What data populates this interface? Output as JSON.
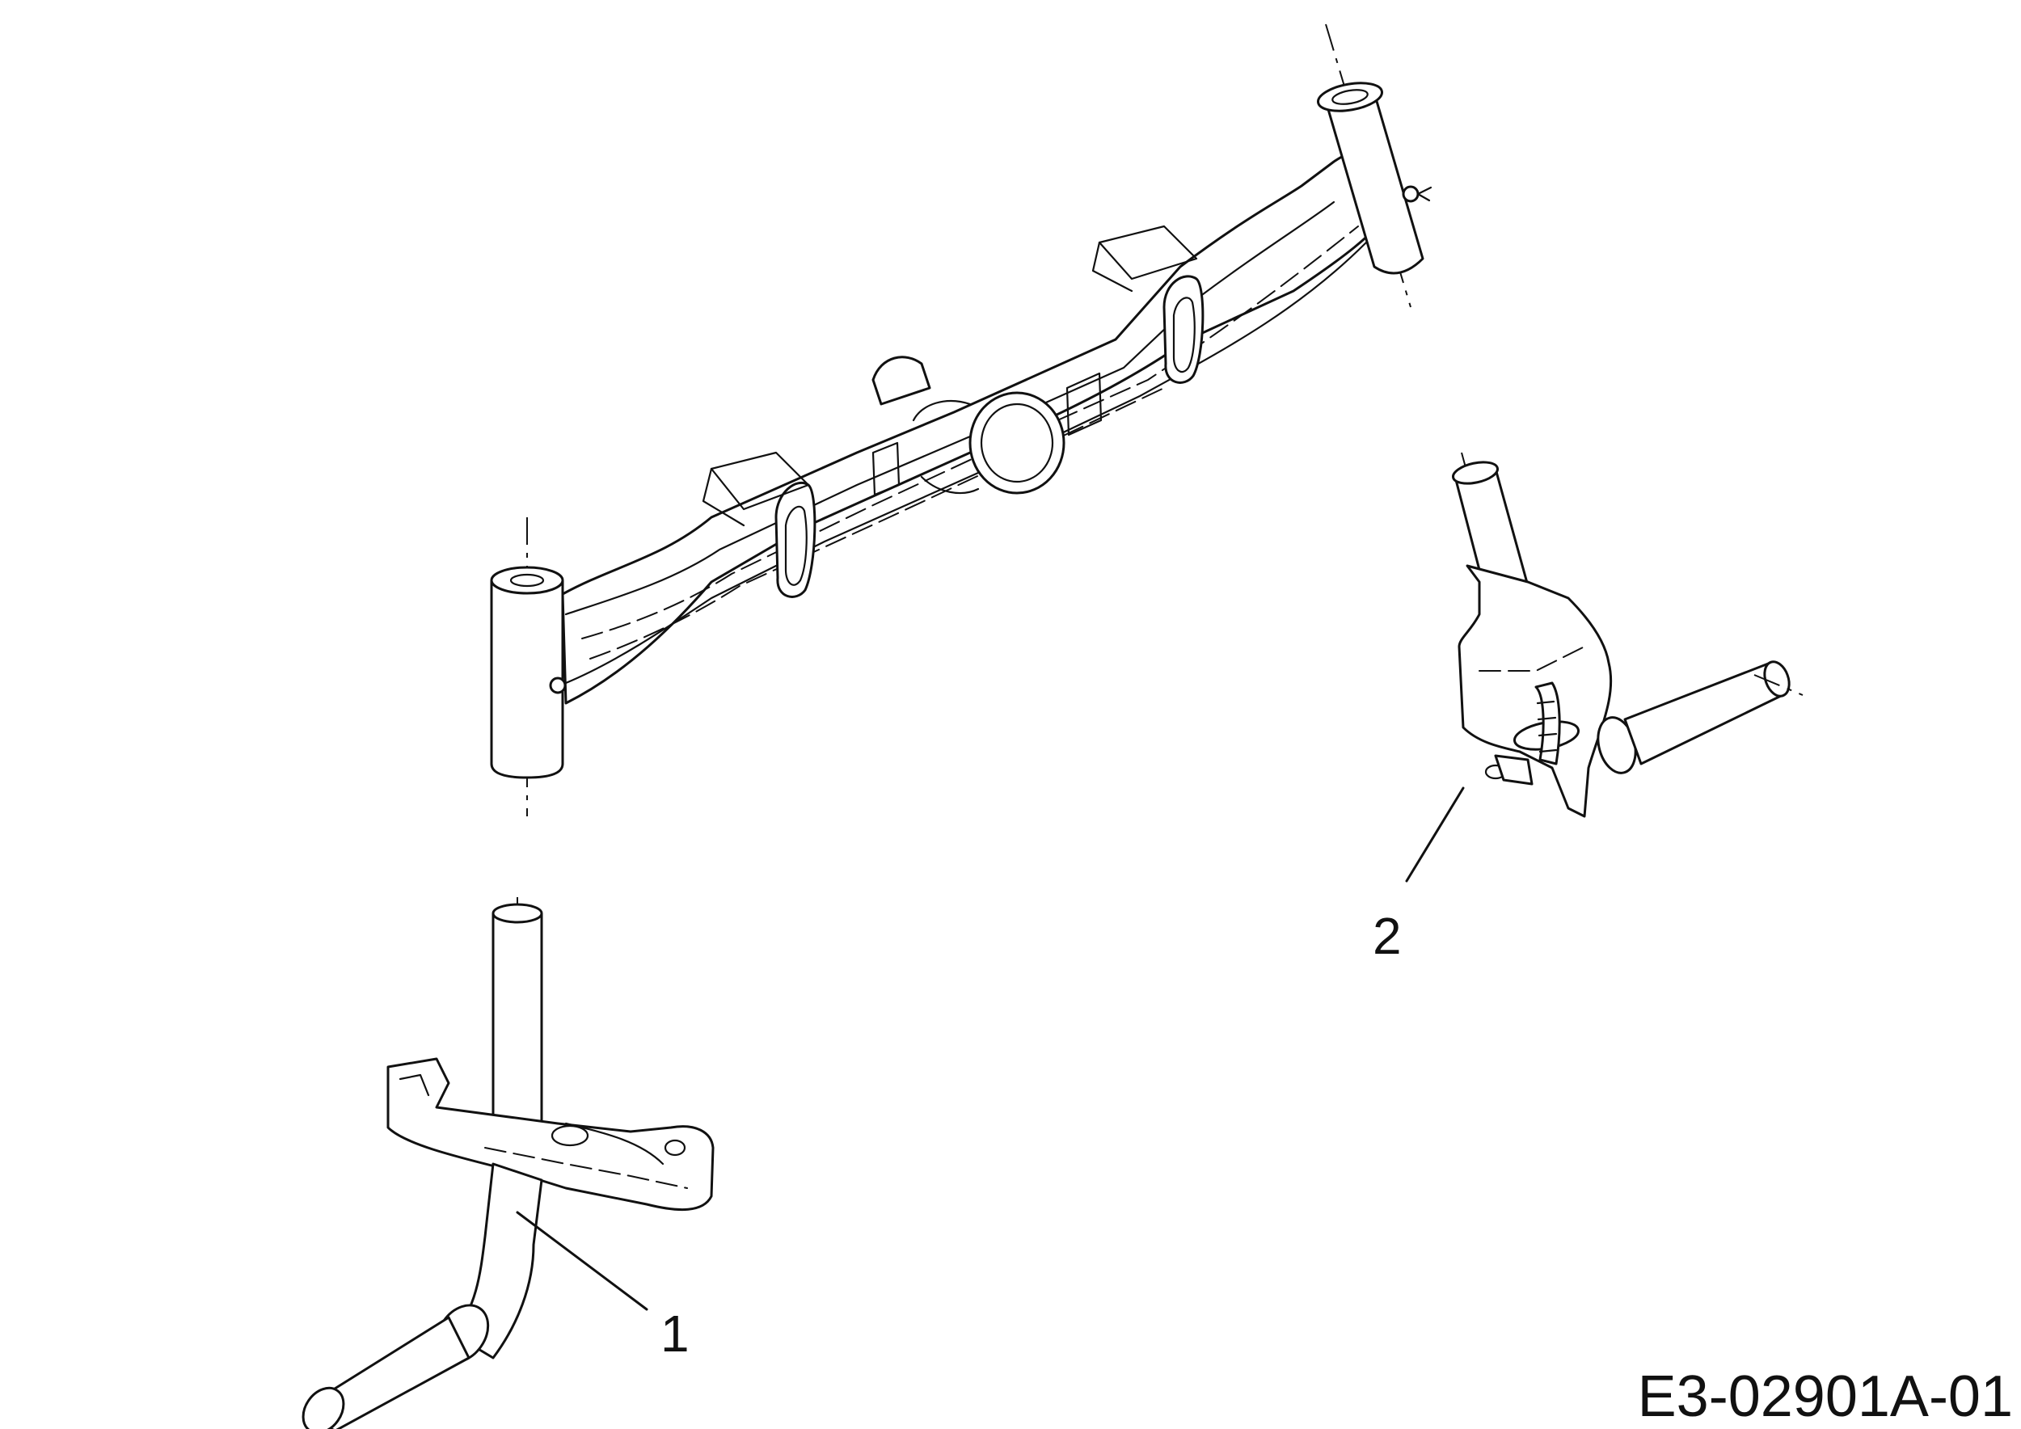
{
  "diagram": {
    "callouts": [
      {
        "id": "1"
      },
      {
        "id": "2"
      }
    ],
    "drawing_code": "E3-02901A-01",
    "colors": {
      "ink": "#111111",
      "paper": "#ffffff"
    }
  }
}
